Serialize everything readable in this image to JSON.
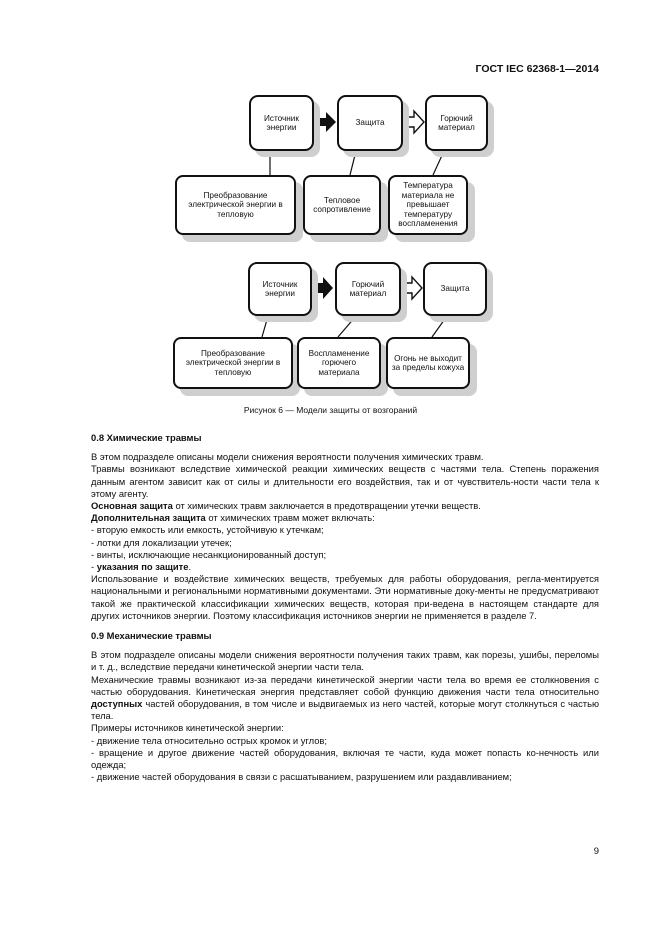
{
  "header": {
    "doc_code": "ГОСТ IEC 62368-1—2014"
  },
  "figure": {
    "top": {
      "box1": "Источник энергии",
      "box2": "Защита",
      "box3": "Горючий материал",
      "callout1": "Преобразование электрической энергии в тепловую",
      "callout2": "Тепловое сопротивление",
      "callout3": "Температура материала не превышает температуру воспламенения"
    },
    "bottom": {
      "box1": "Источник энергии",
      "box2": "Горючий материал",
      "box3": "Защита",
      "callout1": "Преобразование электрической энергии в тепловую",
      "callout2": "Воспламенение горючего материала",
      "callout3": "Огонь не выходит за пределы кожуха"
    },
    "caption": "Рисунок 6 — Модели защиты от возгораний"
  },
  "section_08": {
    "title": "0.8 Химические травмы",
    "p1": "В этом подразделе описаны модели снижения вероятности получения химических травм.",
    "p2": "Травмы возникают вследствие химической реакции химических веществ с частями тела. Степень поражения данным агентом зависит как от силы и длительности его воздействия, так и от чувствитель-ности части тела к этому агенту.",
    "p3_bold": "Основная защита",
    "p3_rest": " от химических травм заключается в предотвращении утечки веществ.",
    "p4_bold": "Дополнительная защита",
    "p4_rest": " от химических травм может включать:",
    "items": [
      "- вторую емкость или емкость, устойчивую к утечкам;",
      "- лотки для локализации утечек;",
      "- винты, исключающие несанкционированный доступ;"
    ],
    "item_last_prefix": "- ",
    "item_last_bold": "указания по защите",
    "item_last_suffix": ".",
    "p5": "Использование и воздействие химических веществ, требуемых для работы оборудования, регла-ментируется национальными и региональными нормативными документами. Эти нормативные доку-менты не предусматривают такой же практической классификации химических веществ, которая при-ведена в настоящем стандарте для других источников энергии. Поэтому классификация источников энергии не применяется в разделе 7."
  },
  "section_09": {
    "title": "0.9 Механические травмы",
    "p1": "В этом подразделе описаны модели снижения вероятности получения таких травм, как порезы, ушибы, переломы и т. д., вследствие передачи кинетической энергии части тела.",
    "p2_a": "Механические травмы возникают из-за передачи кинетической энергии части тела во время ее столкновения с частью оборудования. Кинетическая энергия представляет собой функцию движения части тела относительно ",
    "p2_bold": "доступных",
    "p2_b": " частей оборудования, в том числе и выдвигаемых из него частей, которые могут столкнуться с частью тела.",
    "p3": "Примеры источников кинетической энергии:",
    "items": [
      "- движение тела относительно острых кромок и углов;",
      "- вращение и другое движение частей оборудования, включая те части, куда может попасть ко-нечность или одежда;",
      "- движение частей оборудования в связи с расшатыванием, разрушением или раздавливанием;"
    ]
  },
  "page_number": "9"
}
